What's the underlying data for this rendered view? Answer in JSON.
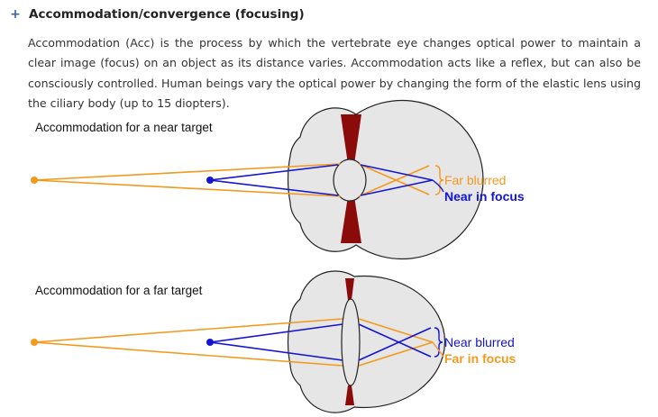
{
  "section": {
    "title": "Accommodation/convergence (focusing)",
    "expand_icon": "plus-icon"
  },
  "paragraph": "Accommodation (Acc) is the process by which the vertebrate eye changes optical power to maintain a clear image (focus) on an object as its distance varies. Accommodation acts like a reflex, but can also be consciously controlled. Human beings vary the optical power by changing the form of the elastic lens using the ciliary body (up to 15 diopters).",
  "diagrams": {
    "near": {
      "title": "Accommodation for a near target",
      "label_orange": "Far blurred",
      "label_blue": "Near in focus"
    },
    "far": {
      "title": "Accommodation for a far target",
      "label_blue": "Near blurred",
      "label_orange": "Far in focus"
    }
  },
  "colors": {
    "orange": "#f39a1e",
    "blue": "#1414d2",
    "eye_fill": "#e6e6e6",
    "ciliary": "#8b0a0a"
  }
}
